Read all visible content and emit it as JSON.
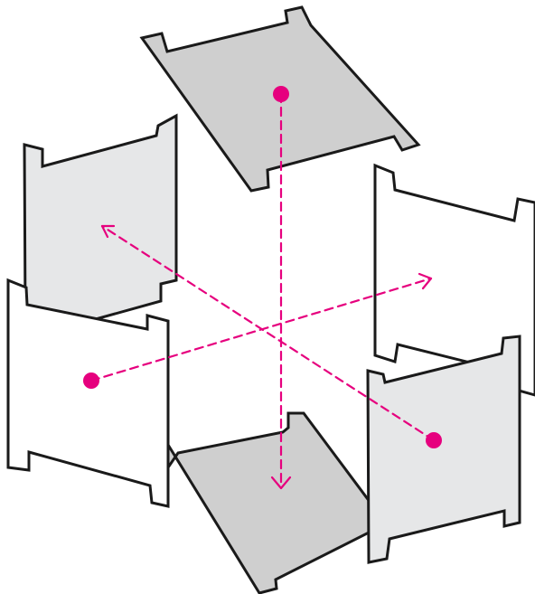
{
  "colors": {
    "outline": "#1a1a1a",
    "panel_dark": "#cfcfcf",
    "panel_light": "#e6e7e8",
    "panel_white": "#ffffff",
    "accent": "#e6007e",
    "background": "#ffffff"
  },
  "diagram": {
    "type": "exploded-box-assembly",
    "panel_count": 6,
    "axis_count": 3,
    "panels": [
      "top",
      "back-left",
      "back-right",
      "front-left",
      "front-right",
      "bottom"
    ],
    "axes": [
      "vertical",
      "diagonal-left-to-right",
      "diagonal-right-to-left"
    ]
  }
}
